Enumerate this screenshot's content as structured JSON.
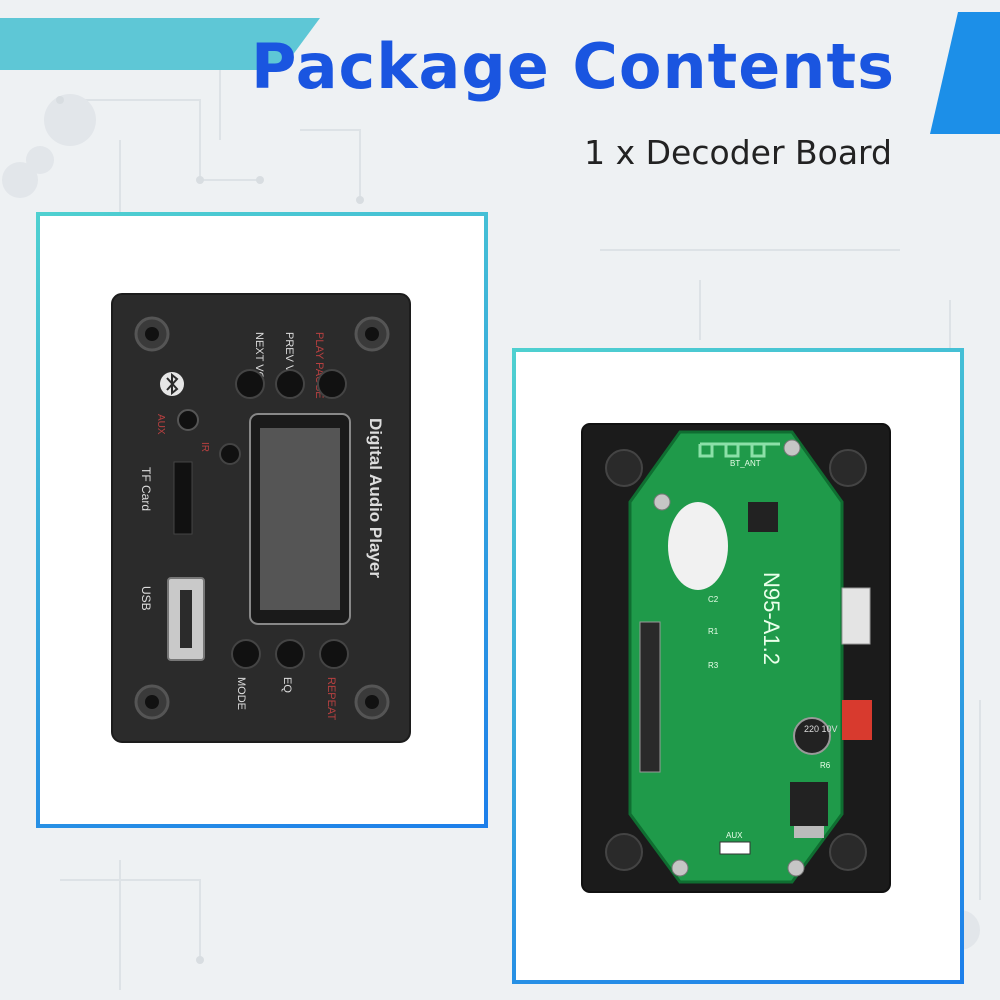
{
  "header": {
    "title": "Package Contents",
    "subtitle": "1 x Decoder Board"
  },
  "front_panel": {
    "title": "Digital Audio Player",
    "play_pause": "PLAY\nPAUSE",
    "next_vol": "NEXT\nVOL+",
    "prev_vol": "PREV\nVOL-",
    "aux": "AUX",
    "ir": "IR",
    "tf_card": "TF Card",
    "usb": "USB",
    "mode": "MODE",
    "eq": "EQ",
    "repeat": "REPEAT"
  },
  "pcb": {
    "model": "N95-A1.2",
    "bt_ant": "BT_ANT",
    "cap_label": "220\n10V",
    "r6": "R6",
    "c2": "C2",
    "r1": "R1",
    "r3": "R3",
    "aux_in": "AUX"
  },
  "colors": {
    "title": "#1a55e0",
    "accent_teal": "#5ec7d6",
    "accent_blue": "#1c8fe8",
    "panel": "#2a2a2a",
    "pcb_green": "#1f9a4a"
  }
}
